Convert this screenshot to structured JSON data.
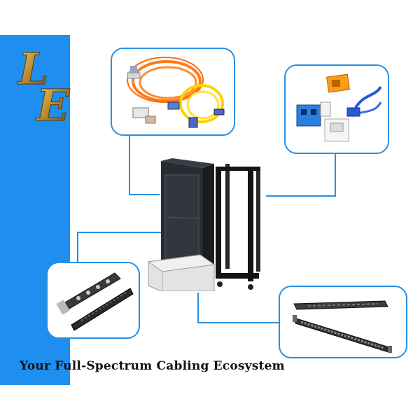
{
  "brand": {
    "logo_text": "LE",
    "accent_color": "#1e8ef0",
    "frame_color": "#2a8fe0"
  },
  "caption": {
    "text": "Your Full-Spectrum Cabling Ecosystem"
  },
  "products": [
    {
      "id": "fiber-patch-cords",
      "icon": "fiber-cable-icon"
    },
    {
      "id": "network-connectors",
      "icon": "keystone-jack-icon"
    },
    {
      "id": "pdu-cable-manager",
      "icon": "power-strip-icon"
    },
    {
      "id": "patch-panels",
      "icon": "patch-panel-icon"
    },
    {
      "id": "racks-and-cabinets",
      "icon": "server-rack-icon"
    }
  ]
}
